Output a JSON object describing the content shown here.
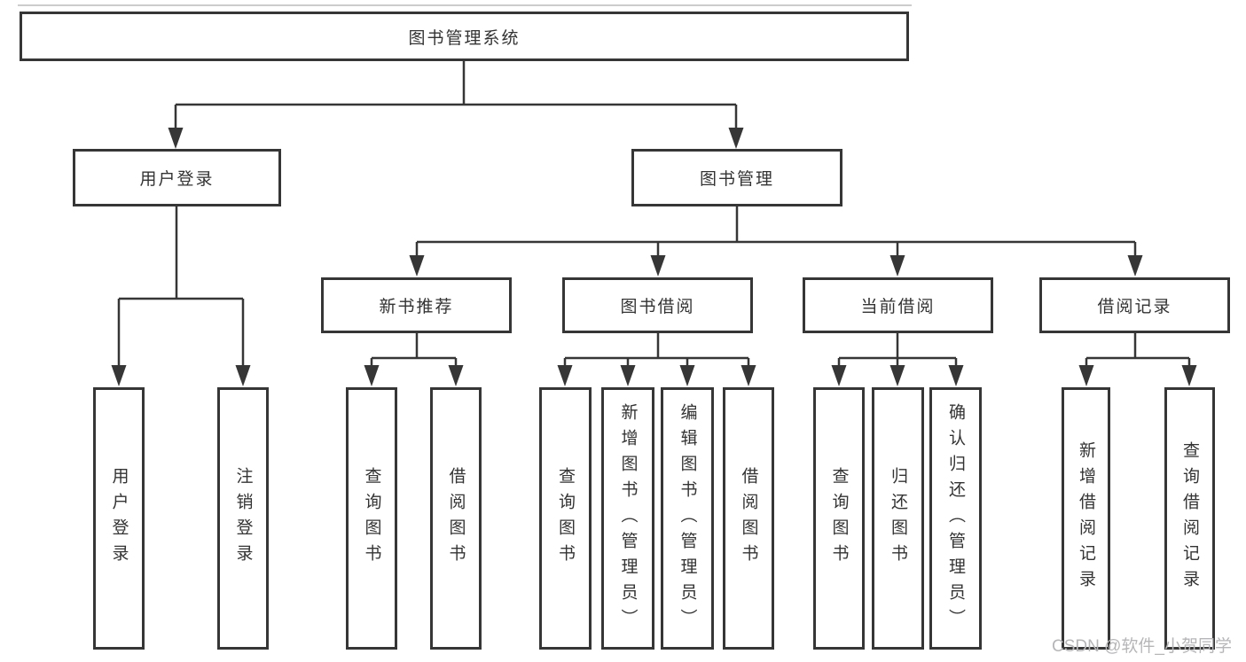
{
  "diagram": {
    "tree": {
      "label": "图书管理系统",
      "children": [
        {
          "label": "用户登录",
          "children": [
            {
              "label": "用户登录"
            },
            {
              "label": "注销登录"
            }
          ]
        },
        {
          "label": "图书管理",
          "children": [
            {
              "label": "新书推荐",
              "children": [
                {
                  "label": "查询图书"
                },
                {
                  "label": "借阅图书"
                }
              ]
            },
            {
              "label": "图书借阅",
              "children": [
                {
                  "label": "查询图书"
                },
                {
                  "label": "新增图书（管理员）"
                },
                {
                  "label": "编辑图书（管理员）"
                },
                {
                  "label": "借阅图书"
                }
              ]
            },
            {
              "label": "当前借阅",
              "children": [
                {
                  "label": "查询图书"
                },
                {
                  "label": "归还图书"
                },
                {
                  "label": "确认归还（管理员）"
                }
              ]
            },
            {
              "label": "借阅记录",
              "children": [
                {
                  "label": "新增借阅记录"
                },
                {
                  "label": "查询借阅记录"
                }
              ]
            }
          ]
        }
      ]
    }
  },
  "watermark": {
    "text": "CSDN @软件_小贺同学"
  },
  "colors": {
    "line": "#363636",
    "box_border": "#363636",
    "text": "#333333",
    "watermark": "#b6b6b9",
    "background": "#ffffff"
  }
}
